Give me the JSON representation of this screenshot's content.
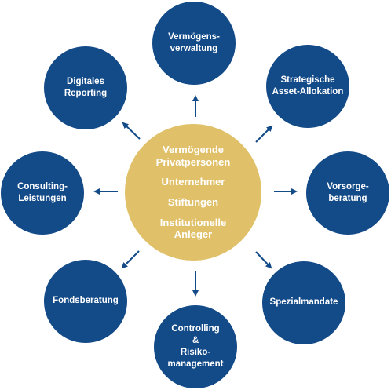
{
  "colors": {
    "node": "#134a88",
    "center": "#e0c16a",
    "arrow": "#134a88"
  },
  "center": {
    "items": [
      "Vermögende\nPrivatpersonen",
      "Unternehmer",
      "Stiftungen",
      "Institutionelle\nAnleger"
    ]
  },
  "nodes": [
    {
      "id": "vermoegensverwaltung",
      "label": "Vermögens-\nverwaltung"
    },
    {
      "id": "strategische-asset-allokation",
      "label": "Strategische\nAsset-Allokation"
    },
    {
      "id": "vorsorgeberatung",
      "label": "Vorsorge-\nberatung"
    },
    {
      "id": "spezialmandate",
      "label": "Spezialmandate"
    },
    {
      "id": "controlling-risikomanagement",
      "label": "Controlling\n&\nRisiko-\nmanagement"
    },
    {
      "id": "fondsberatung",
      "label": "Fondsberatung"
    },
    {
      "id": "consulting-leistungen",
      "label": "Consulting-\nLeistungen"
    },
    {
      "id": "digitales-reporting",
      "label": "Digitales\nReporting"
    }
  ]
}
